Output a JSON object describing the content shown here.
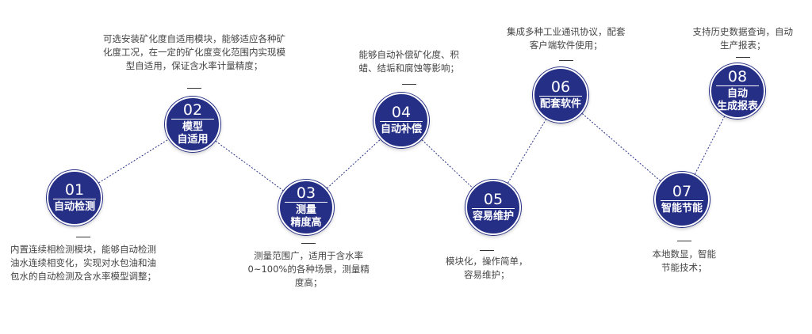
{
  "colors": {
    "node_fill": "#262f86",
    "connector": "#262f86",
    "text": "#444444"
  },
  "nodes": [
    {
      "number": "01",
      "title_lines": [
        "自动检测"
      ],
      "desc_lines": [
        "内置连续相检测模块，能够自动检测",
        "油水连续相变化，实现对水包油和油",
        "包水的自动检测及含水率模型调整；"
      ]
    },
    {
      "number": "02",
      "title_lines": [
        "模型",
        "自适用"
      ],
      "desc_lines": [
        "可选安装矿化度自适用模块，能够适应各种矿",
        "化度工况，在一定的矿化度变化范围内实现模",
        "型自适用，保证含水率计量精度；"
      ]
    },
    {
      "number": "03",
      "title_lines": [
        "测量",
        "精度高"
      ],
      "desc_lines": [
        "测量范围广，适用于含水率",
        "0~100%的各种场景，测量精",
        "度高；"
      ]
    },
    {
      "number": "04",
      "title_lines": [
        "自动补偿"
      ],
      "desc_lines": [
        "能够自动补偿矿化度、积",
        "蜡、结垢和腐蚀等影响；"
      ]
    },
    {
      "number": "05",
      "title_lines": [
        "容易维护"
      ],
      "desc_lines": [
        "模块化，操作简单，",
        "容易维护；"
      ]
    },
    {
      "number": "06",
      "title_lines": [
        "配套软件"
      ],
      "desc_lines": [
        "集成多种工业通讯协议，配套",
        "客户端软件使用；"
      ]
    },
    {
      "number": "07",
      "title_lines": [
        "智能节能"
      ],
      "desc_lines": [
        "本地数显，智能",
        "节能技术；"
      ]
    },
    {
      "number": "08",
      "title_lines": [
        "自动",
        "生成报表"
      ],
      "desc_lines": [
        "支持历史数据查询，自动",
        "生产报表；"
      ]
    }
  ]
}
